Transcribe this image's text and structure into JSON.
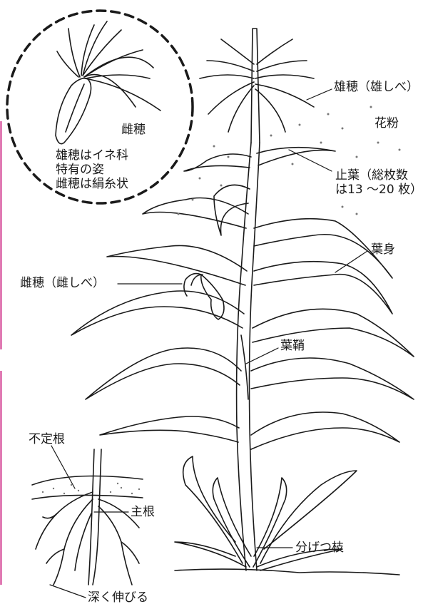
{
  "labels": {
    "tassel": "雄穂（雄しべ）",
    "pollen": "花粉",
    "flag_leaf": "止葉（総枚数\nは13 ～20 枚）",
    "leaf_blade": "葉身",
    "silk": "雌穂（雌しべ）",
    "leaf_sheath": "葉鞘",
    "adventitious_root": "不定根",
    "main_root": "主根",
    "tiller": "分げつ枝",
    "deep_roots": "深く伸びる"
  },
  "inset": {
    "ear_label": "雌穂",
    "note": "雄穂はイネ科\n特有の姿\n雌穂は絹糸状"
  },
  "colors": {
    "ink": "#1a1a1a",
    "accent_bar": "#e07ab3",
    "soil_dots": "#777777"
  }
}
